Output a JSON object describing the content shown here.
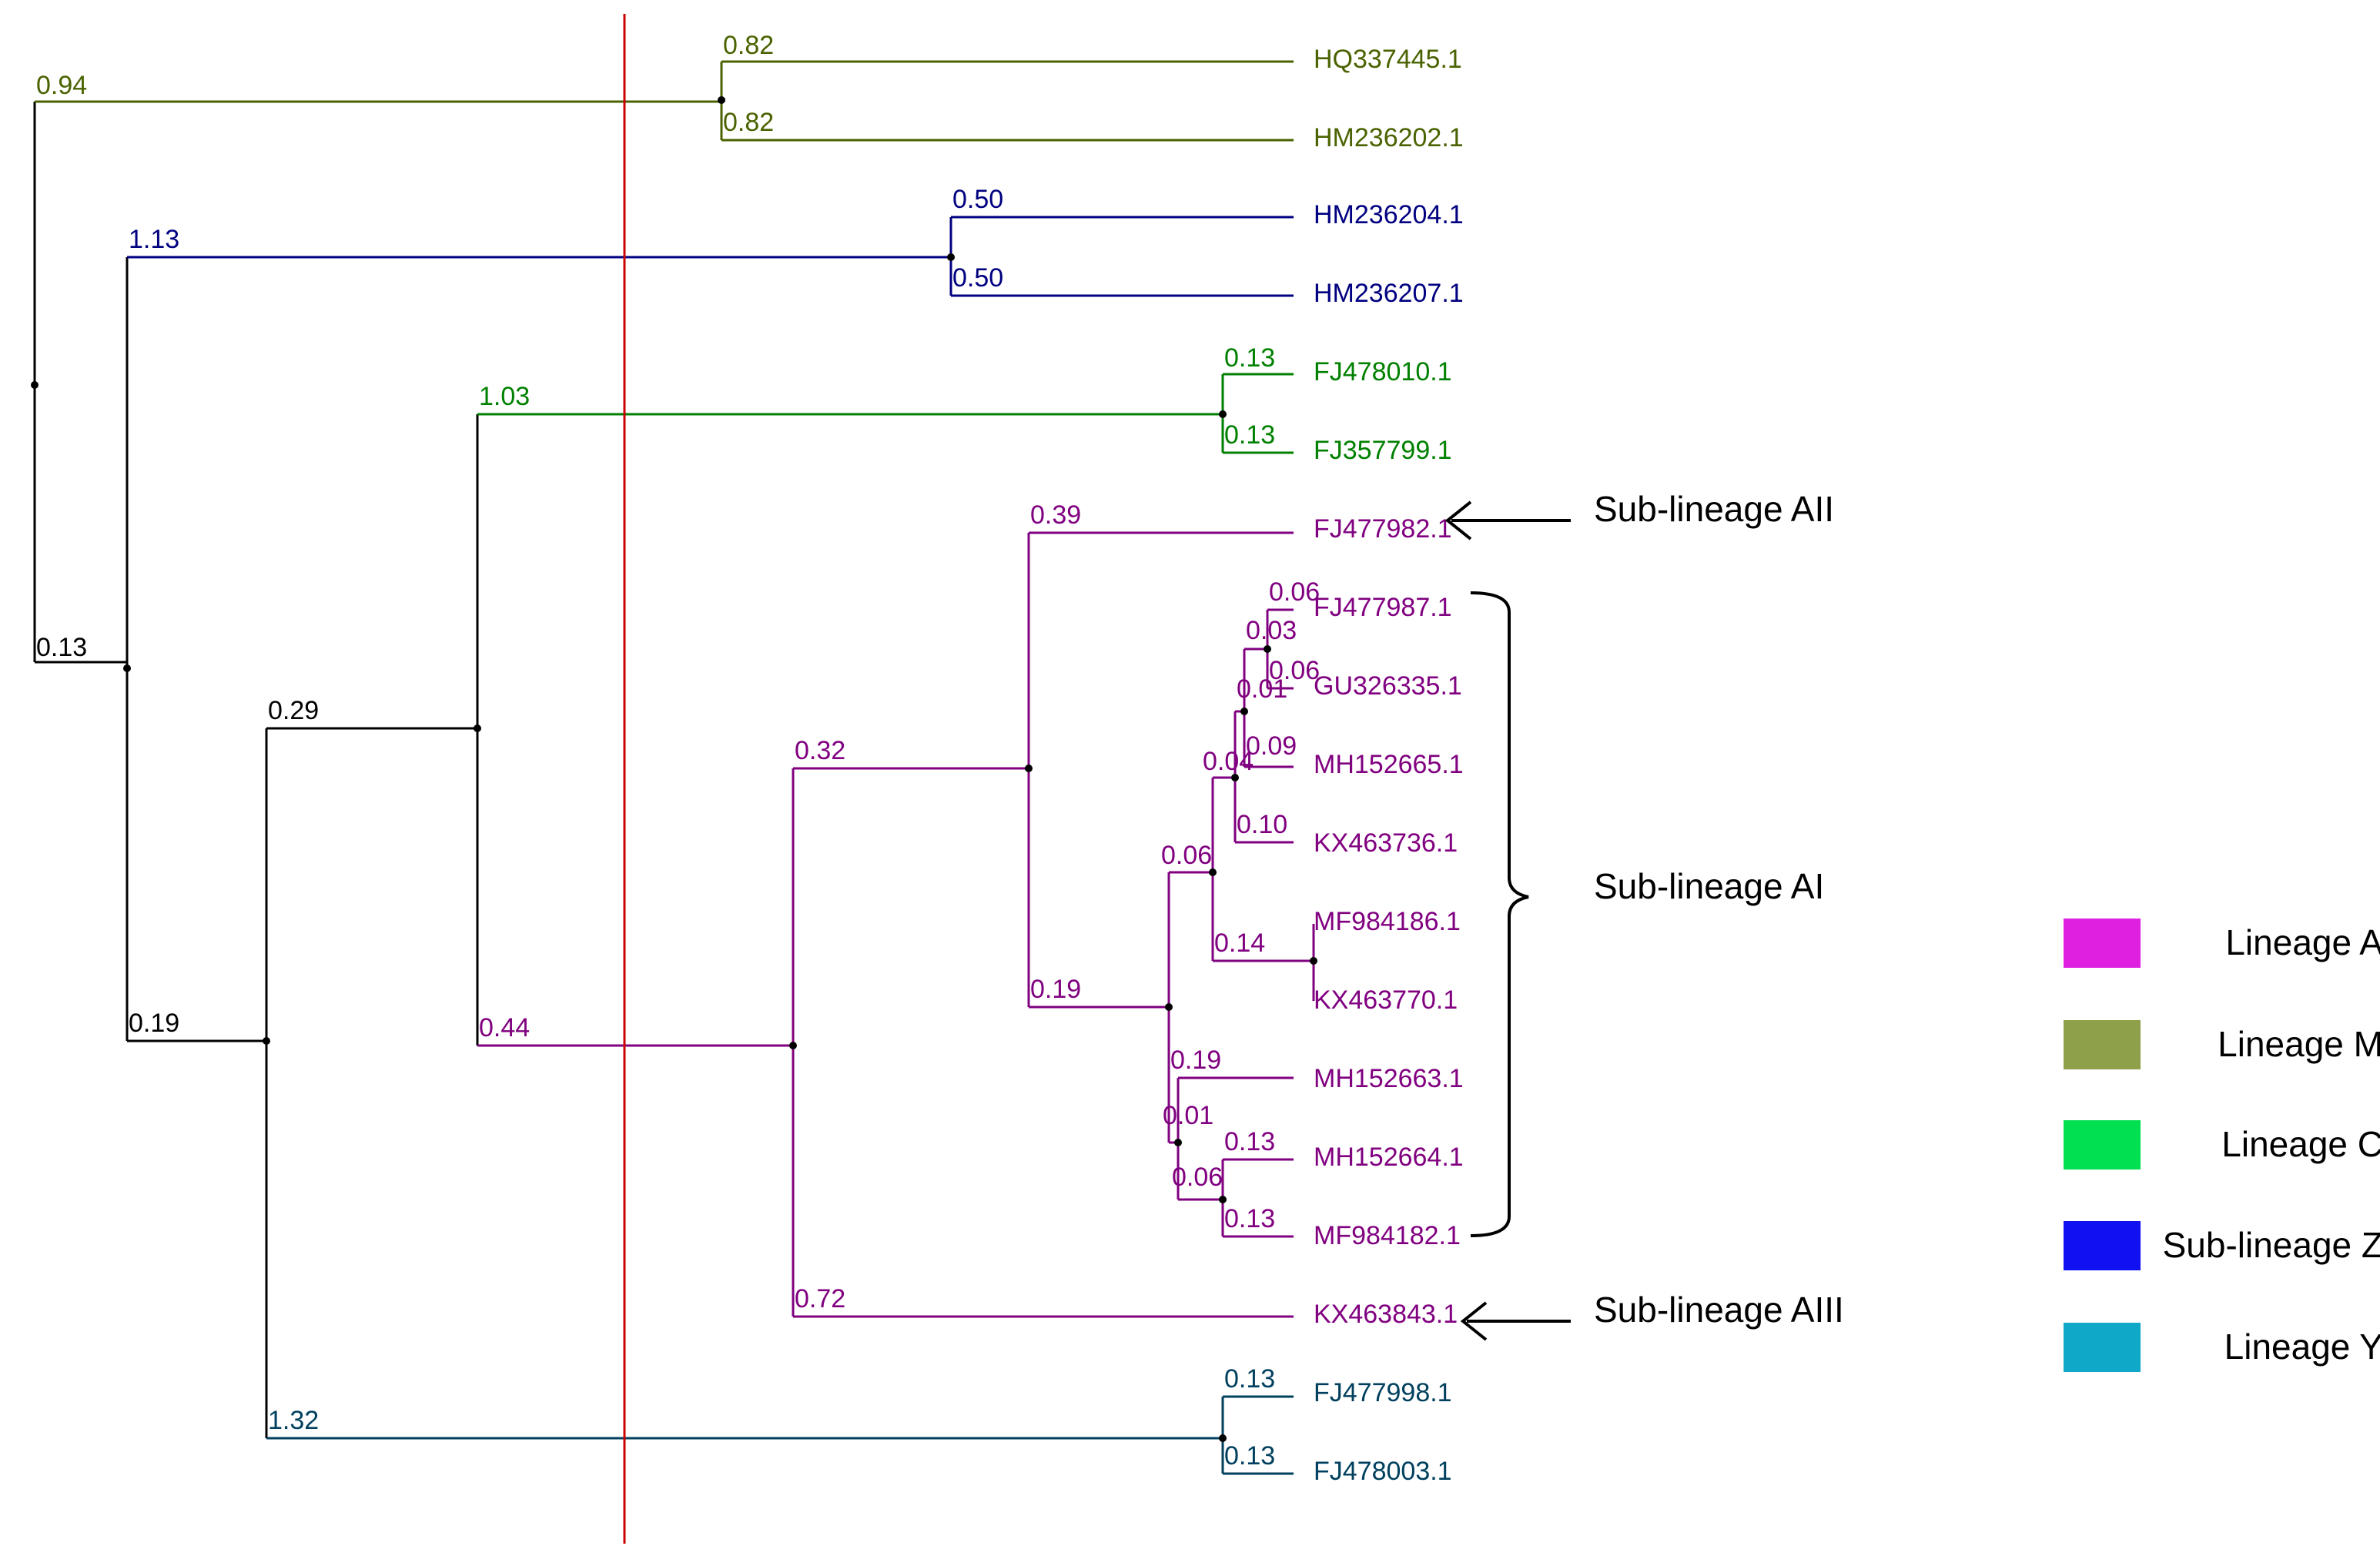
{
  "colors": {
    "black": "#000000",
    "olive": "#4a6300",
    "navy": "#000080",
    "green": "#008000",
    "purple": "#800080",
    "teal": "#00405e",
    "scale_line": "#cc0000"
  },
  "tree": {
    "leaves": [
      {
        "id": "HQ337445.1",
        "color": "olive"
      },
      {
        "id": "HM236202.1",
        "color": "olive"
      },
      {
        "id": "HM236204.1",
        "color": "navy"
      },
      {
        "id": "HM236207.1",
        "color": "navy"
      },
      {
        "id": "FJ478010.1",
        "color": "green"
      },
      {
        "id": "FJ357799.1",
        "color": "green"
      },
      {
        "id": "FJ477982.1",
        "color": "purple"
      },
      {
        "id": "FJ477987.1",
        "color": "purple"
      },
      {
        "id": "GU326335.1",
        "color": "purple"
      },
      {
        "id": "MH152665.1",
        "color": "purple"
      },
      {
        "id": "KX463736.1",
        "color": "purple"
      },
      {
        "id": "MF984186.1",
        "color": "purple"
      },
      {
        "id": "KX463770.1",
        "color": "purple"
      },
      {
        "id": "MH152663.1",
        "color": "purple"
      },
      {
        "id": "MH152664.1",
        "color": "purple"
      },
      {
        "id": "MF984182.1",
        "color": "purple"
      },
      {
        "id": "KX463843.1",
        "color": "purple"
      },
      {
        "id": "FJ477998.1",
        "color": "teal"
      },
      {
        "id": "FJ478003.1",
        "color": "teal"
      }
    ],
    "branch_labels": [
      "0.94",
      "0.82",
      "0.82",
      "1.13",
      "0.50",
      "0.50",
      "1.03",
      "0.13",
      "0.13",
      "0.13",
      "0.29",
      "0.19",
      "0.44",
      "0.32",
      "0.39",
      "0.19",
      "0.06",
      "0.03",
      "0.06",
      "0.01",
      "0.09",
      "0.04",
      "0.10",
      "0.06",
      "0.14",
      "0.19",
      "0.01",
      "0.13",
      "0.06",
      "0.13",
      "0.72",
      "1.32",
      "0.13",
      "0.13"
    ]
  },
  "annotations": {
    "sub_lineage_aii": "Sub-lineage AII",
    "sub_lineage_ai": "Sub-lineage AI",
    "sub_lineage_aiii": "Sub-lineage AIII"
  },
  "legend": [
    {
      "label": "Lineage A",
      "color": "#e020e0"
    },
    {
      "label": "Lineage M",
      "color": "#8fa04a"
    },
    {
      "label": "Lineage C",
      "color": "#00e050"
    },
    {
      "label": "Sub-lineage Z",
      "color": "#1010f0"
    },
    {
      "label": "Lineage Y",
      "color": "#10a8c8"
    }
  ]
}
